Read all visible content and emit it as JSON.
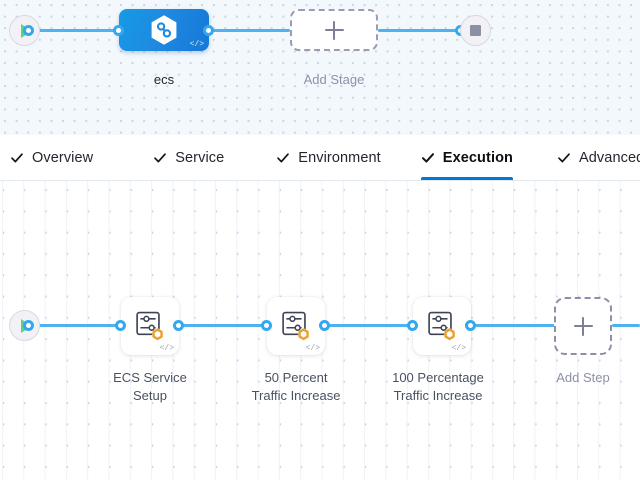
{
  "stage_canvas": {
    "start_node": {
      "icon": "play-icon"
    },
    "stage": {
      "label": "ecs",
      "icon": "harness-hexagon-icon",
      "badge": "</>"
    },
    "add_stage": {
      "label": "Add Stage",
      "icon": "plus-icon"
    },
    "end_node": {
      "icon": "stop-icon"
    }
  },
  "tabs": [
    {
      "label": "Overview",
      "checked": true,
      "active": false
    },
    {
      "label": "Service",
      "checked": true,
      "active": false
    },
    {
      "label": "Environment",
      "checked": true,
      "active": false
    },
    {
      "label": "Execution",
      "checked": true,
      "active": true
    },
    {
      "label": "Advanced",
      "checked": true,
      "active": false
    }
  ],
  "execution_canvas": {
    "start_node": {
      "icon": "play-icon"
    },
    "steps": [
      {
        "label_line1": "ECS Service",
        "label_line2": "Setup",
        "icon": "step-settings-icon",
        "provider_badge": "aws-hexagon-icon",
        "badge": "</>"
      },
      {
        "label_line1": "50 Percent",
        "label_line2": "Traffic Increase",
        "icon": "step-settings-icon",
        "provider_badge": "aws-hexagon-icon",
        "badge": "</>"
      },
      {
        "label_line1": "100 Percentage",
        "label_line2": "Traffic Increase",
        "icon": "step-settings-icon",
        "provider_badge": "aws-hexagon-icon",
        "badge": "</>"
      }
    ],
    "add_step": {
      "label": "Add Step",
      "icon": "plus-icon"
    }
  },
  "colors": {
    "edge": "#4eb2f0",
    "connector": "#35a7ef",
    "stage_blue": "#1b8ae2",
    "active_tab_underline": "#0278d5",
    "aws_orange": "#f0a02a",
    "play_green": "#5fd08a",
    "stage_canvas_bg": "#f3f8fd"
  }
}
